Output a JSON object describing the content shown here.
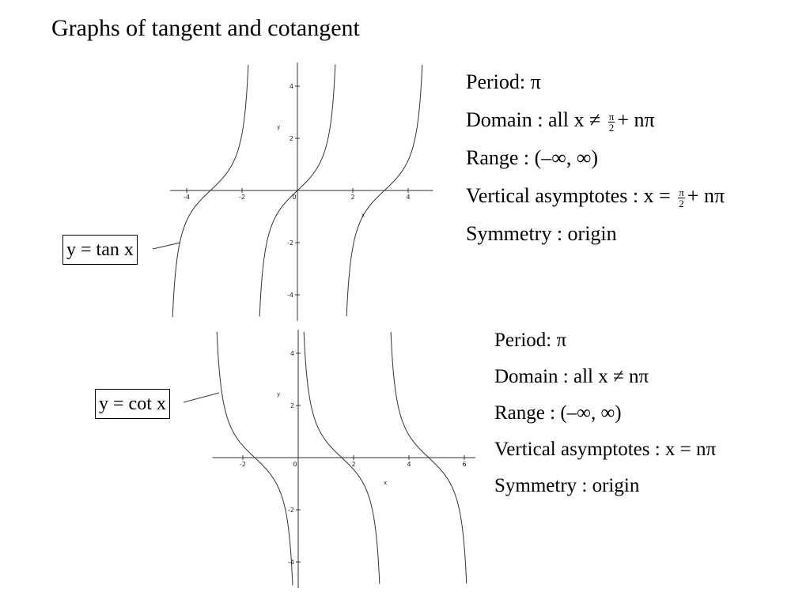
{
  "title": "Graphs of tangent and cotangent",
  "tan": {
    "label": "y = tan x",
    "properties": {
      "period": "Period:  π",
      "domain_pre": "Domain :  all x ≠ ",
      "domain_num": "π",
      "domain_den": "2",
      "domain_post": "+ nπ",
      "range": "Range :  (–∞, ∞)",
      "asym_pre": "Vertical asymptotes :  x = ",
      "asym_num": "π",
      "asym_den": "2",
      "asym_post": "+ nπ",
      "symmetry": "Symmetry :  origin"
    }
  },
  "cot": {
    "label": "y = cot x",
    "properties": {
      "period": "Period:  π",
      "domain": "Domain :  all x ≠ nπ",
      "range": "Range :  (–∞, ∞)",
      "asym": "Vertical asymptotes :  x = nπ",
      "symmetry": "Symmetry :  origin"
    }
  },
  "chart_data": [
    {
      "type": "line",
      "function": "tan",
      "series": [
        {
          "name": "y = tan x"
        }
      ],
      "xlim": [
        -4.6,
        4.9
      ],
      "ylim": [
        -5,
        4.9
      ],
      "xticks": [
        -4,
        -2,
        0,
        2,
        4
      ],
      "xtick_labels": [
        "-4",
        "-2",
        "0",
        "2",
        "4"
      ],
      "yticks": [
        4,
        2,
        -2,
        -4
      ],
      "ytick_labels": [
        "4",
        "2",
        "-2",
        "-4"
      ],
      "xlabel": "x",
      "ylabel": "y",
      "asymptotes": [
        -4.712,
        -1.571,
        1.571,
        4.712
      ],
      "grid": false
    },
    {
      "type": "line",
      "function": "cot",
      "series": [
        {
          "name": "y = cot x"
        }
      ],
      "xlim": [
        -3.1,
        6.4
      ],
      "ylim": [
        -5,
        4.9
      ],
      "xticks": [
        -2,
        0,
        2,
        4,
        6
      ],
      "xtick_labels": [
        "-2",
        "0",
        "2",
        "4",
        "6"
      ],
      "yticks": [
        4,
        2,
        -2,
        -4
      ],
      "ytick_labels": [
        "4",
        "2",
        "-2",
        "-4"
      ],
      "xlabel": "x",
      "ylabel": "y",
      "asymptotes": [
        -3.142,
        0,
        3.142,
        6.283
      ],
      "grid": false
    }
  ]
}
